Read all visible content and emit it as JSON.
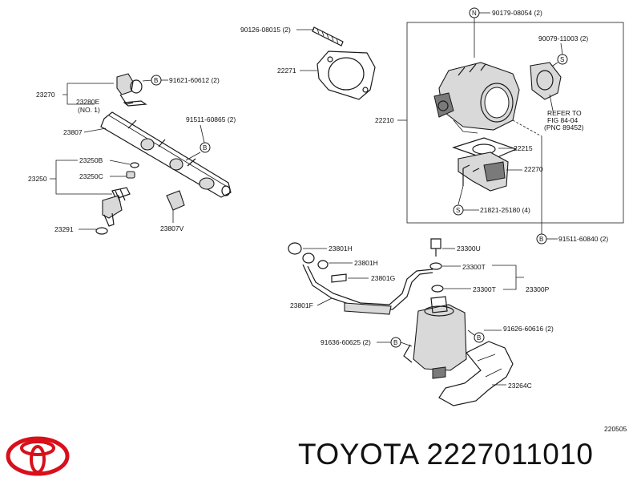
{
  "diagram": {
    "code": "220505",
    "labels": {
      "p23270": "23270",
      "p23280E": "23280E",
      "p23280E_note": "(NO. 1)",
      "p23807": "23807",
      "p23250B": "23250B",
      "p23250C": "23250C",
      "p23250": "23250",
      "p23291": "23291",
      "p23807V": "23807V",
      "p91621": "91621-60612 (2)",
      "p91511a": "91511-60865 (2)",
      "p90126": "90126-08015 (2)",
      "p22271": "22271",
      "p22210": "22210",
      "p90179": "90179-08054 (2)",
      "p90079": "90079-11003 (2)",
      "refer1": "REFER TO",
      "refer2": "FIG 84-04",
      "refer3": "(PNC 89452)",
      "p22215": "22215",
      "p22270": "22270",
      "p21821": "21821-25180 (4)",
      "p91511b": "91511-60840 (2)",
      "p23801H_a": "23801H",
      "p23801H_b": "23801H",
      "p23801G": "23801G",
      "p23801F": "23801F",
      "p91636": "91636-60625 (2)",
      "p23300U": "23300U",
      "p23300T_a": "23300T",
      "p23300T_b": "23300T",
      "p23300P": "23300P",
      "p91626": "91626-60616 (2)",
      "p23264C": "23264C"
    },
    "callouts": {
      "b": "B",
      "n": "N",
      "s": "S"
    }
  },
  "footer": {
    "brand_part": "TOYOTA 2227011010"
  },
  "logo": {
    "name": "toyota-logo",
    "color": "#d8101b"
  }
}
